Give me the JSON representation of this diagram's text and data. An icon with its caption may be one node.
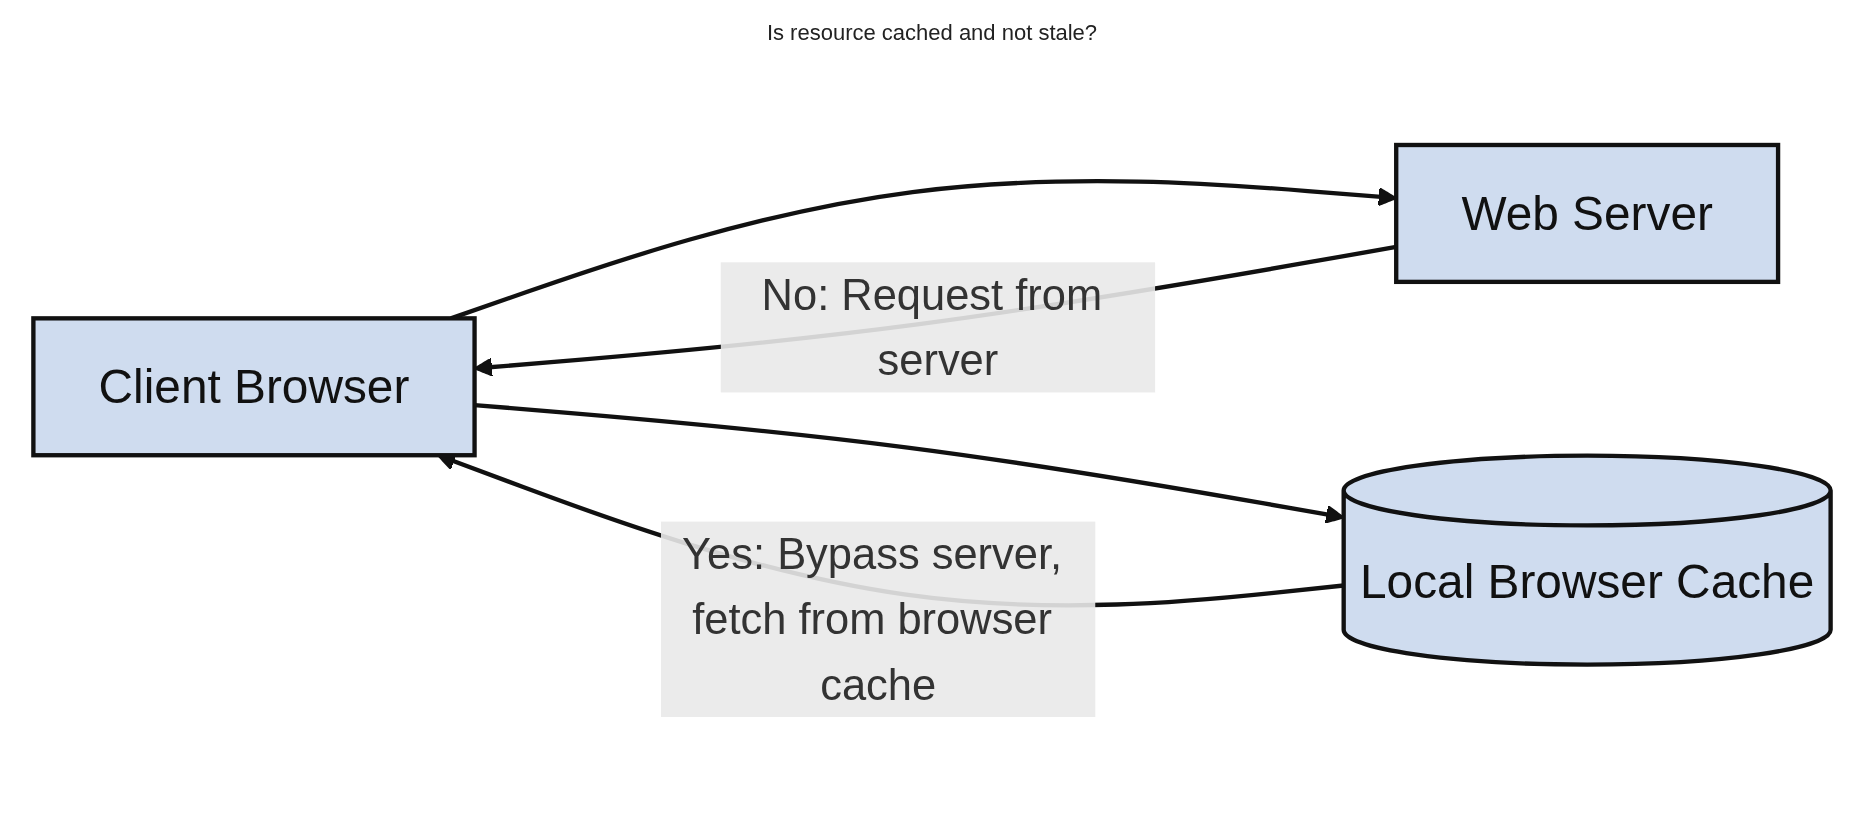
{
  "diagram": {
    "nodes": [
      {
        "text": [
          "Client Browser"
        ]
      },
      {
        "text": [
          "Web Server"
        ]
      },
      {
        "text": [
          "Local Browser Cache"
        ]
      }
    ],
    "edges": [
      {
        "from": 0,
        "to": 1,
        "arrow": "to"
      },
      {
        "from": 1,
        "to": 0,
        "arrow": "to",
        "label": "No: Request from server"
      },
      {
        "from": 0,
        "to": 2,
        "arrow": "to"
      },
      {
        "from": 2,
        "to": 0,
        "arrow": "to",
        "label": "Yes: Bypass server, fetch from browser cache"
      }
    ],
    "labels": [
      "Is resource cached and not stale?"
    ]
  }
}
